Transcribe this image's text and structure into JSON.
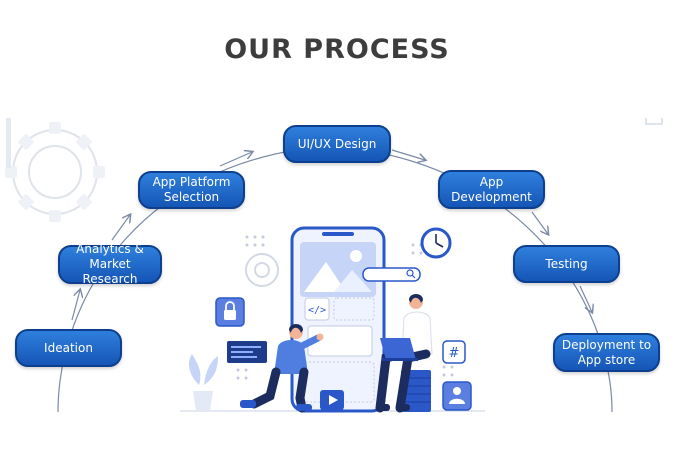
{
  "heading": {
    "title": "OUR PROCESS"
  },
  "steps": [
    {
      "label": "Ideation"
    },
    {
      "label": "Analytics &\nMarket Research"
    },
    {
      "label": "App Platform\nSelection"
    },
    {
      "label": "UI/UX Design"
    },
    {
      "label": "App\nDevelopment"
    },
    {
      "label": "Testing"
    },
    {
      "label": "Deployment to\nApp store"
    }
  ],
  "colors": {
    "step_fill": "#1f68c8",
    "step_border": "#0d3f8e",
    "arc_line": "#7a8aa6",
    "accent_blue": "#2a58c9",
    "title_text": "#3d3d3d"
  }
}
